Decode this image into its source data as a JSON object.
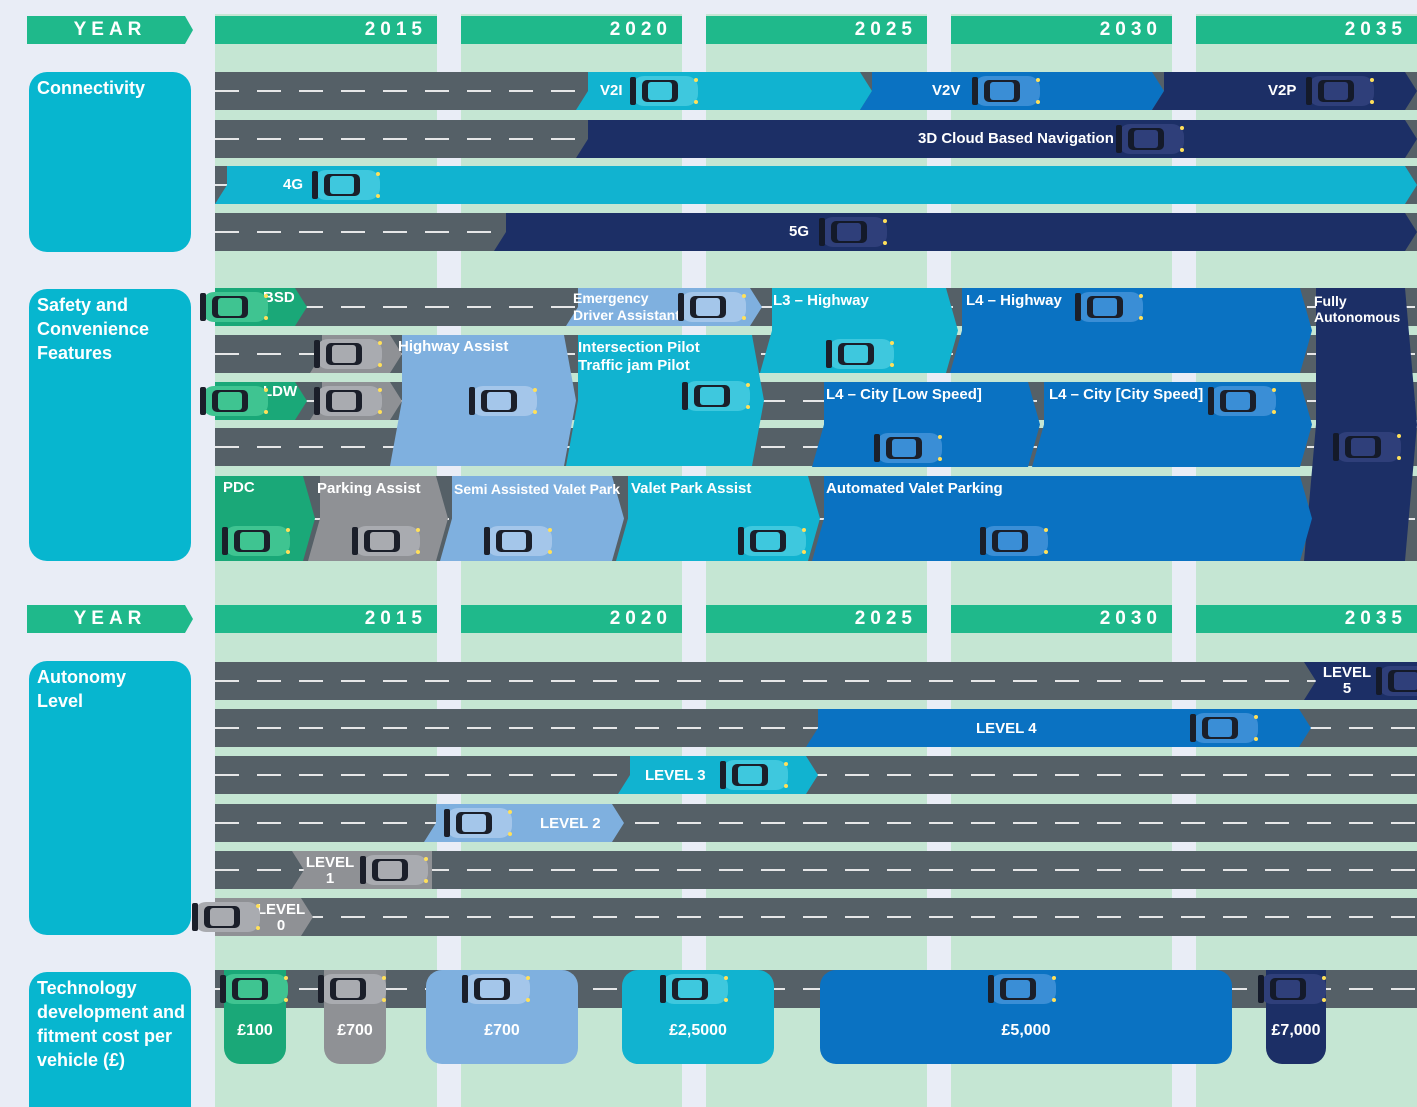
{
  "year_label": "YEAR",
  "years": [
    "2015",
    "2020",
    "2025",
    "2030",
    "2035"
  ],
  "categories": {
    "connectivity": "Connectivity",
    "safety": "Safety and Convenience Features",
    "autonomy": "Autonomy Level",
    "cost": "Technology development and fitment cost per vehicle (£)"
  },
  "connectivity": {
    "v2i": "V2I",
    "v2v": "V2V",
    "v2p": "V2P",
    "cloud_nav": "3D Cloud Based Navigation",
    "g4": "4G",
    "g5": "5G"
  },
  "safety": {
    "bsd": "BSD",
    "emergency": "Emergency Driver Assistant",
    "l3_highway": "L3 – Highway",
    "l4_highway": "L4 – Highway",
    "fully_autonomous": "Fully Autonomous",
    "highway_assist": "Highway Assist",
    "intersection": "Intersection Pilot Traffic jam Pilot",
    "ldw": "LDW",
    "l4_city_low": "L4 – City [Low Speed]",
    "l4_city_city": "L4 – City [City Speed]",
    "pdc": "PDC",
    "parking_assist": "Parking Assist",
    "semi_valet": "Semi Assisted Valet Park",
    "valet_assist": "Valet Park Assist",
    "auto_valet": "Automated Valet Parking"
  },
  "autonomy": {
    "level5": "LEVEL 5",
    "level4": "LEVEL 4",
    "level3": "LEVEL 3",
    "level2": "LEVEL 2",
    "level1": "LEVEL 1",
    "level0": "LEVEL 0"
  },
  "costs": [
    "£100",
    "£700",
    "£700",
    "£2,5000",
    "£5,000",
    "£7,000"
  ],
  "colors": {
    "header_green": "#1fb98b",
    "category_cyan": "#07b6cf",
    "road_grey": "#556067",
    "green": "#1aa878",
    "grey": "#8f9195",
    "light_blue": "#7fb0df",
    "teal": "#11b3d0",
    "blue": "#0a72c2",
    "navy": "#1c2f66"
  }
}
